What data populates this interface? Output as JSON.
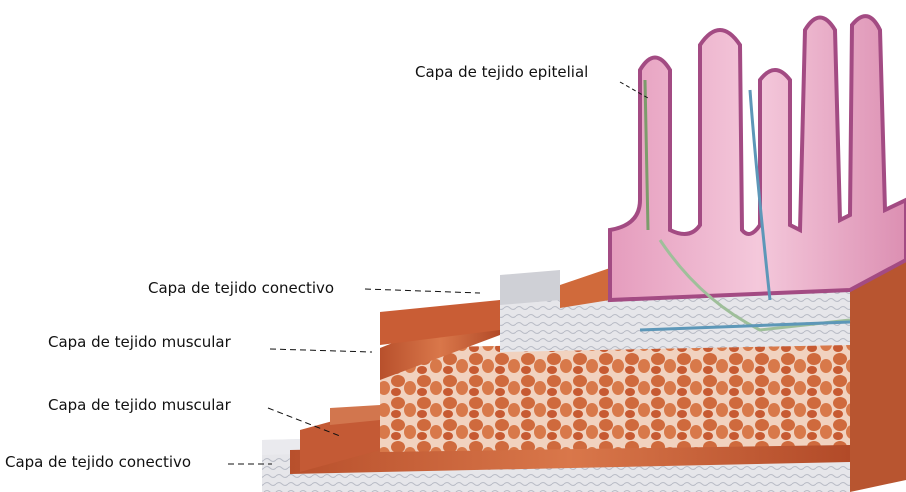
{
  "labels": {
    "epithelial": "Capa de tejido epitelial",
    "connective_top": "Capa de tejido conectivo",
    "muscular_upper": "Capa de tejido muscular",
    "muscular_lower": "Capa de tejido muscular",
    "connective_bottom": "Capa de tejido conectivo"
  },
  "colors": {
    "villus_pink": "#e9a7c4",
    "epithelium_purple": "#a34b83",
    "connective_gray": "#dfe0e4",
    "muscle_red": "#c75a32",
    "muscle_light": "#e4a582",
    "vessel_green": "#9fbf9a",
    "vessel_blue": "#5d97b8"
  }
}
